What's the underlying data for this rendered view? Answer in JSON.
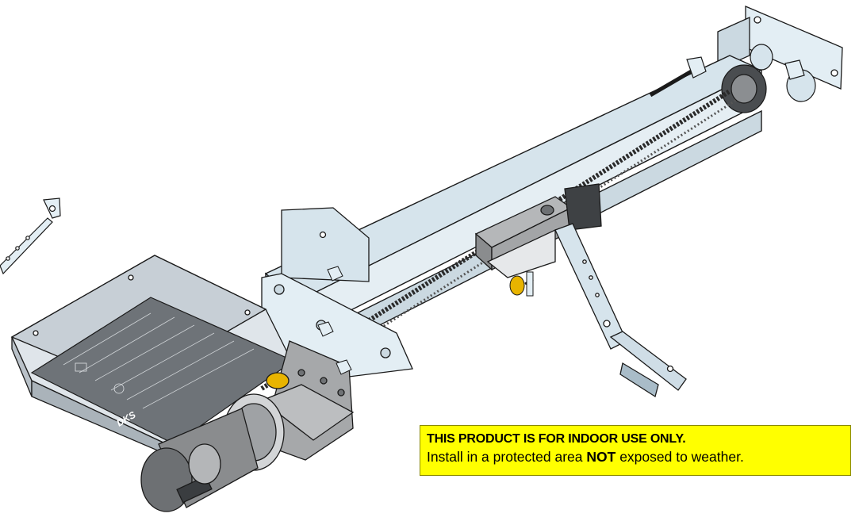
{
  "warning": {
    "title": "THIS PRODUCT IS FOR INDOOR USE ONLY.",
    "body_before": "Install in a protected area ",
    "body_emphasis": "NOT",
    "body_after": " exposed to weather.",
    "background_color": "#ffff00"
  },
  "control_board": {
    "logo": "DKS"
  },
  "colors": {
    "rail": "#d6e4ec",
    "rail_dark": "#b7c9d4",
    "enclosure": "#c7cfd6",
    "board": "#6e7378",
    "gearbox": "#9a9c9e",
    "motor": "#8a8c8e",
    "sprocket_yellow": "#e8b400",
    "outline": "#1a1a1a"
  }
}
